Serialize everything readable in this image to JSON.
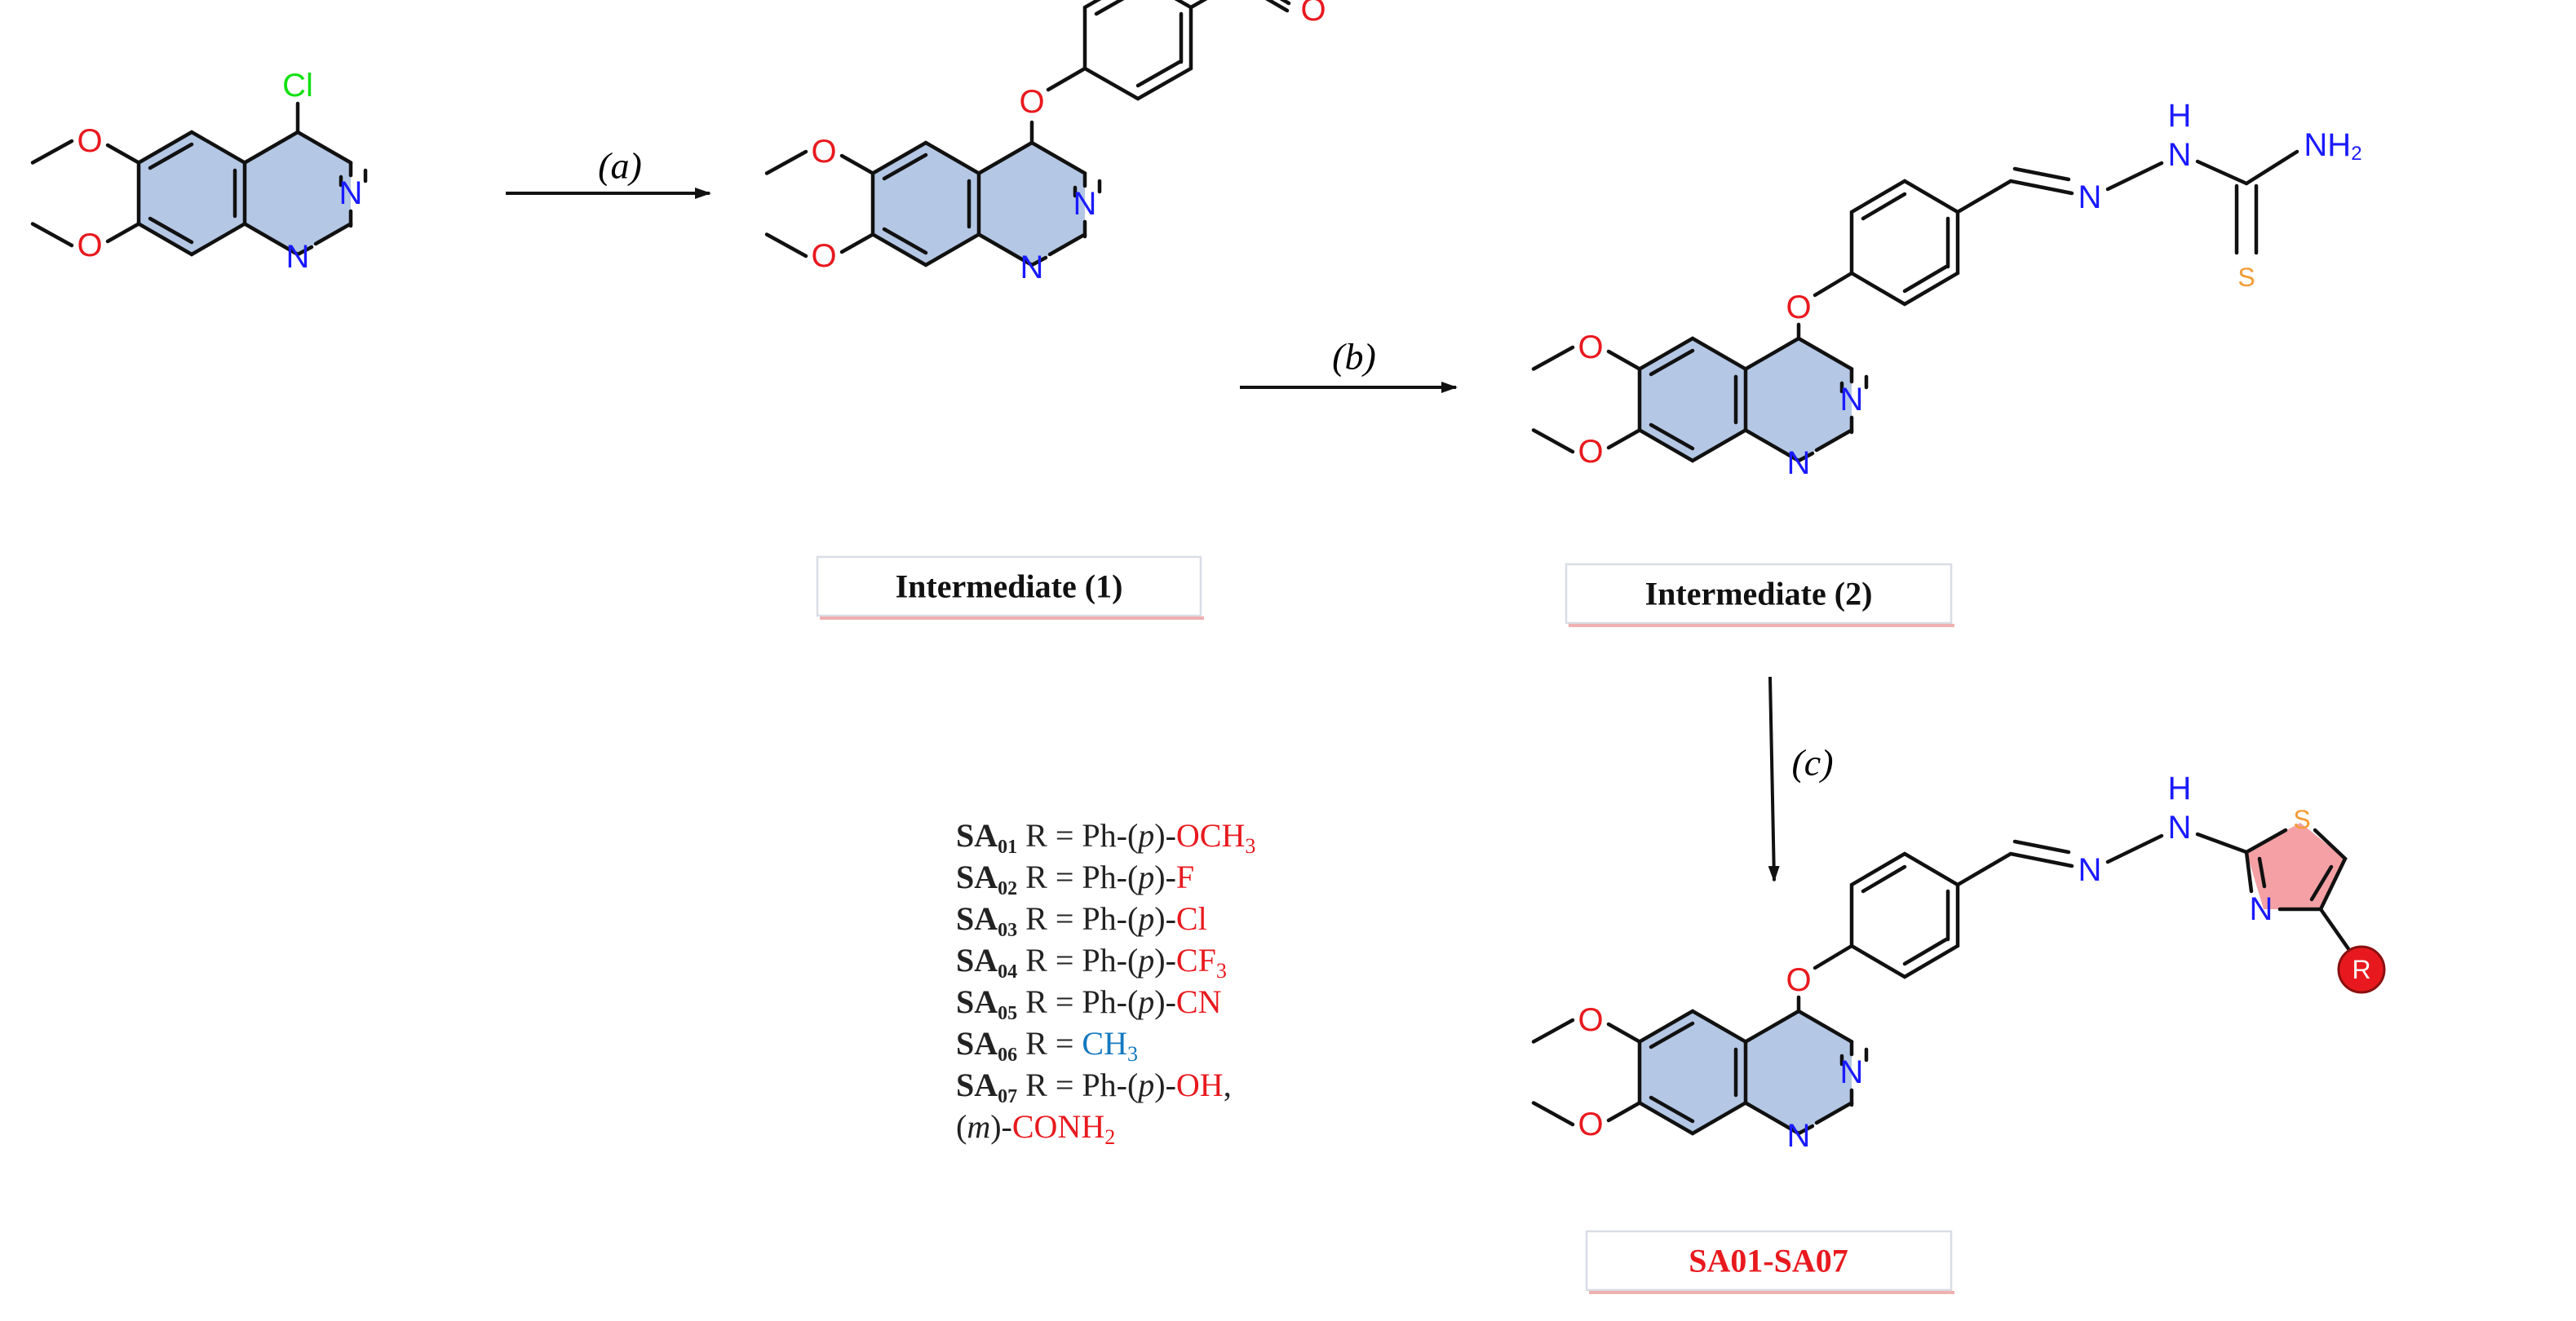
{
  "colors": {
    "oxygen": "#e8191e",
    "nitrogen": "#1a1aff",
    "chlorine": "#13e013",
    "sulfur": "#f39c34",
    "ring_fill": "#b4c7e4",
    "thiazole_fill": "#f4a0a4",
    "r_badge": "#e8191e",
    "label_red": "#e8191e",
    "label_blue": "#1379c0"
  },
  "atoms": {
    "cl": "Cl",
    "n": "N",
    "o": "O",
    "s": "S",
    "nh2_main": "NH",
    "nh2_sub": "2",
    "h": "H",
    "r": "R"
  },
  "conditions": {
    "a": "(a)",
    "b": "(b)",
    "c": "(c)"
  },
  "labels": {
    "intermediate1": "Intermediate (1)",
    "intermediate2": "Intermediate (2)",
    "final": "SA01-SA07"
  },
  "substituents": [
    {
      "code": "SA",
      "num": "01",
      "eq": " R = Ph-(",
      "pos": "p",
      "close": ")-",
      "group": "OCH",
      "sub": "3",
      "tail": "",
      "color": "red"
    },
    {
      "code": "SA",
      "num": "02",
      "eq": " R = Ph-(",
      "pos": "p",
      "close": ")-",
      "group": "F",
      "sub": "",
      "tail": "",
      "color": "red"
    },
    {
      "code": "SA",
      "num": "03",
      "eq": " R = Ph-(",
      "pos": "p",
      "close": ")-",
      "group": "Cl",
      "sub": "",
      "tail": "",
      "color": "red"
    },
    {
      "code": "SA",
      "num": "04",
      "eq": " R = Ph-(",
      "pos": "p",
      "close": ")-",
      "group": "CF",
      "sub": "3",
      "tail": "",
      "color": "red"
    },
    {
      "code": "SA",
      "num": "05",
      "eq": " R = Ph-(",
      "pos": "p",
      "close": ")-",
      "group": "CN",
      "sub": "",
      "tail": "",
      "color": "red"
    },
    {
      "code": "SA",
      "num": "06",
      "eq": " R = ",
      "pos": "",
      "close": "",
      "group": "CH",
      "sub": "3",
      "tail": "",
      "color": "blue"
    },
    {
      "code": "SA",
      "num": "07",
      "eq": " R = Ph-(",
      "pos": "p",
      "close": ")-",
      "group": "OH",
      "sub": "",
      "tail": ",",
      "color": "red"
    }
  ],
  "substituent_extra": {
    "open": "(",
    "pos": "m",
    "close": ")-",
    "group": "CONH",
    "sub": "2"
  }
}
